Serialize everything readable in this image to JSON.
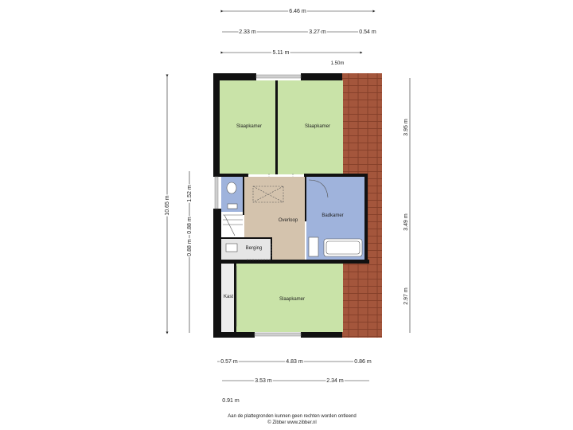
{
  "dimensions": {
    "top_total": "6.46 m",
    "top_a": "2.33 m",
    "top_b": "3.27 m",
    "top_c": "0.54 m",
    "top_d": "5.11 m",
    "top_e": "1.50m",
    "left_total": "10.65 m",
    "left_a": "1.52 m",
    "left_b": "0.88 m",
    "left_c": "0.88 m",
    "right_a": "3.95 m",
    "right_b": "3.49 m",
    "right_c": "2.97 m",
    "bottom_a": "0.57 m",
    "bottom_b": "4.83 m",
    "bottom_c": "0.86 m",
    "bottom_d": "3.53 m",
    "bottom_e": "2.34 m",
    "bottom_f": "0.91 m"
  },
  "rooms": {
    "bedroom_nw": "Slaapkamer",
    "bedroom_ne": "Slaapkamer",
    "landing": "Overloop",
    "bathroom": "Badkamer",
    "storage": "Berging",
    "closet": "Kast",
    "bedroom_s": "Slaapkamer"
  },
  "footer": {
    "disclaimer": "Aan de plattegronden kunnen geen rechten worden ontleend",
    "credit": "© Zibber www.zibber.nl"
  },
  "colors": {
    "bedroom": "#c9e3a8",
    "landing": "#d4c3ad",
    "bathroom": "#9fb3dc",
    "storage": "#e6e6e6",
    "roof": "#a0533a",
    "wall": "#111111"
  }
}
